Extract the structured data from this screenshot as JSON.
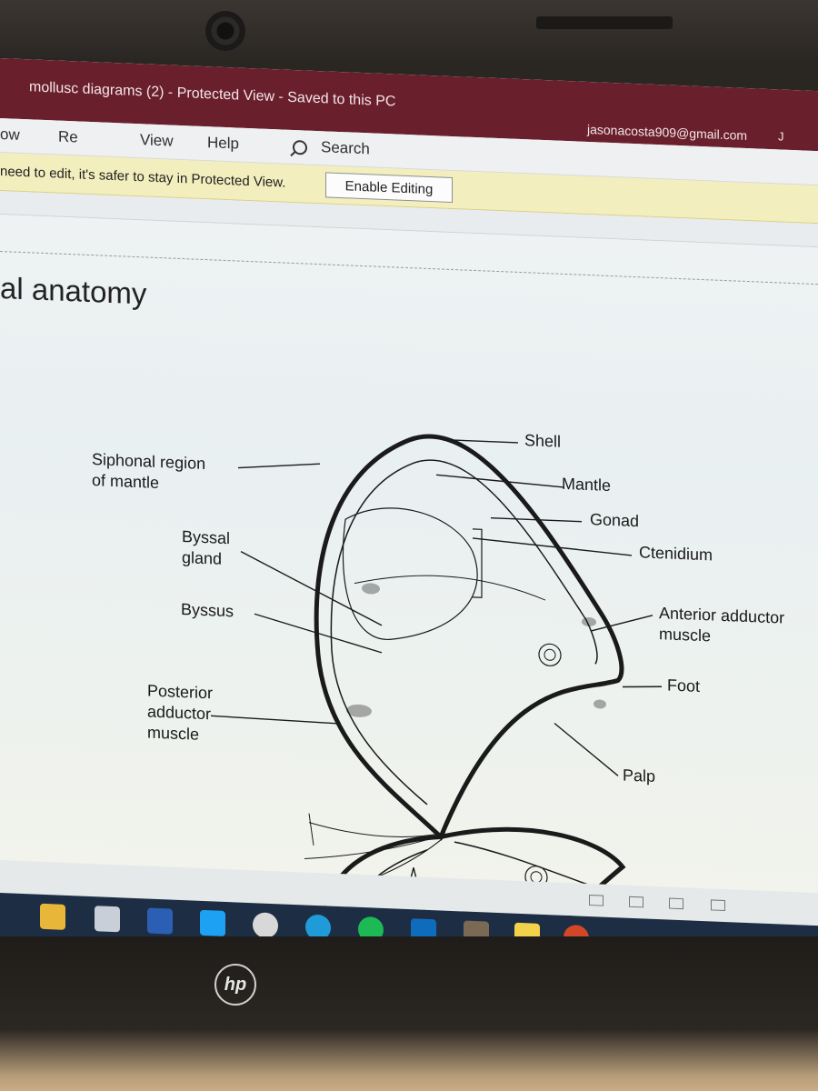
{
  "window": {
    "title": "mollusc diagrams (2)  -  Protected View  -  Saved to this PC",
    "account": "jasonacosta909@gmail.com",
    "account_initial": "J"
  },
  "ribbon": {
    "tabs": [
      "ow",
      "Re",
      "View",
      "Help"
    ],
    "search_label": "Search"
  },
  "protected_view": {
    "message": "need to edit, it's safer to stay in Protected View.",
    "enable_button": "Enable Editing"
  },
  "slide": {
    "title": "al anatomy",
    "labels": {
      "shell": "Shell",
      "siphonal_1": "Siphonal region",
      "siphonal_2": "of mantle",
      "mantle": "Mantle",
      "gonad": "Gonad",
      "ctenidium": "Ctenidium",
      "byssal_1": "Byssal",
      "byssal_2": "gland",
      "anterior_1": "Anterior adductor",
      "anterior_2": "muscle",
      "byssus": "Byssus",
      "foot": "Foot",
      "posterior_1": "Posterior",
      "posterior_2": "adductor",
      "posterior_3": "muscle",
      "palp": "Palp"
    }
  },
  "taskbar": {
    "apps": [
      "file-explorer",
      "microsoft-store",
      "word",
      "twitter",
      "chrome",
      "edge",
      "spotify",
      "outlook",
      "minecraft",
      "sticky-notes",
      "powerpoint"
    ],
    "colors": {
      "titlebar": "#6a1f2c",
      "taskbar": "#1d2e44",
      "message_bar": "#f3eebd"
    }
  },
  "device": {
    "brand": "hp"
  }
}
